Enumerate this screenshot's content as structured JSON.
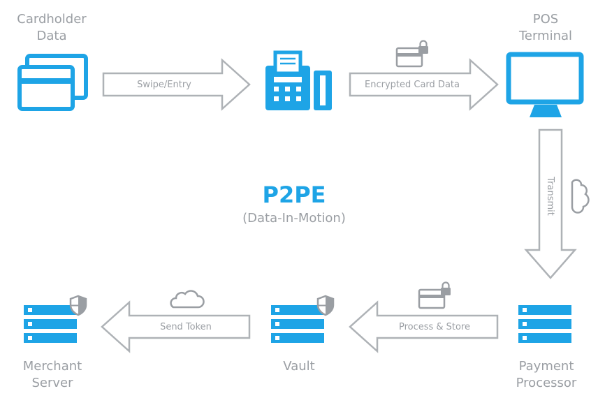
{
  "colors": {
    "accent": "#1ea4e6",
    "gray": "#9a9ea3",
    "arrow_stroke": "#aeb2b6"
  },
  "center": {
    "title": "P2PE",
    "subtitle": "(Data-In-Motion)"
  },
  "nodes": {
    "cardholder": {
      "line1": "Cardholder",
      "line2": "Data",
      "icon": "credit-cards-icon"
    },
    "pos": {
      "line1": "POS",
      "line2": "Terminal",
      "icon": "monitor-icon"
    },
    "card_reader": {
      "icon": "card-terminal-icon"
    },
    "processor": {
      "line1": "Payment",
      "line2": "Processor",
      "icon": "server-icon"
    },
    "vault": {
      "line1": "Vault",
      "icon": "server-shield-icon"
    },
    "merchant": {
      "line1": "Merchant",
      "line2": "Server",
      "icon": "server-shield-icon"
    }
  },
  "arrows": {
    "swipe": "Swipe/Entry",
    "encrypted": "Encrypted Card Data",
    "transmit": "Transmit",
    "process": "Process & Store",
    "token": "Send Token"
  }
}
